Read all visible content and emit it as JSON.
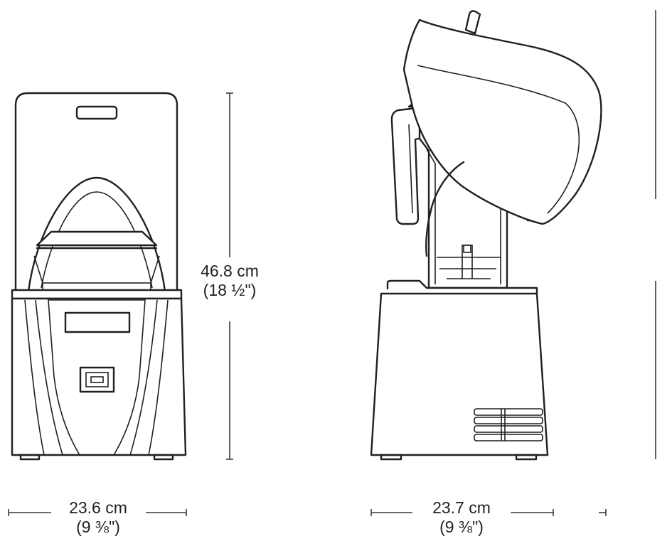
{
  "dimensions": {
    "front_height": {
      "metric": "46.8 cm",
      "imperial": "(18 ½\")"
    },
    "front_width": {
      "metric": "23.6 cm",
      "imperial": "(9 ⅜\")"
    },
    "side_width": {
      "metric": "23.7 cm",
      "imperial": "(9 ⅜\")"
    }
  },
  "colors": {
    "line": "#231f20",
    "background": "#ffffff"
  }
}
